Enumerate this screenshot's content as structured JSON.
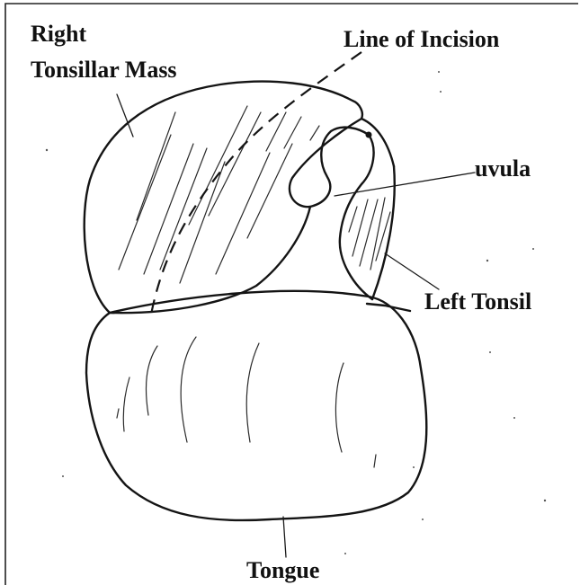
{
  "diagram": {
    "labels": {
      "right_tonsillar_mass_line1": "Right",
      "right_tonsillar_mass_line2": "Tonsillar Mass",
      "line_of_incision": "Line of Incision",
      "uvula": "uvula",
      "left_tonsil": "Left Tonsil",
      "tongue": "Tongue"
    },
    "colors": {
      "ink": "#141414",
      "background": "#ffffff"
    }
  }
}
